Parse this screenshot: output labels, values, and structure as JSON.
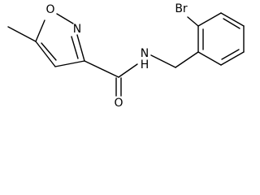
{
  "structure": {
    "atoms": {
      "ring_oxygen": "O",
      "ring_nitrogen": "N",
      "amide_nitrogen": "N",
      "amide_hydrogen": "H",
      "carbonyl_oxygen": "O",
      "bromine": "Br"
    },
    "colors": {
      "bond": "#000000",
      "label": "#000000",
      "background": "#ffffff"
    }
  }
}
